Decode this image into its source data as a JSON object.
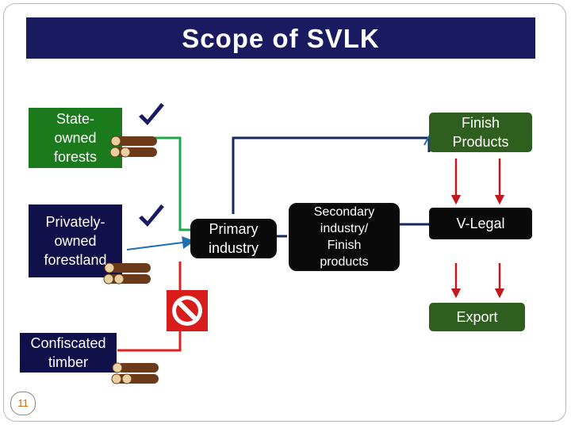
{
  "title": "Scope of SVLK",
  "boxes": {
    "state_owned": "State-\nowned\nforests",
    "privately_owned": "Privately-\nowned\nforestland",
    "confiscated": "Confiscated\ntimber",
    "primary": "Primary\nindustry",
    "secondary": "Secondary\nindustry/\nFinish\nproducts",
    "finish": "Finish\nProducts",
    "vlegal": "V-Legal",
    "export": "Export"
  },
  "slide_number": "11",
  "icons": [
    "checkmark-icon",
    "prohibited-icon",
    "log-pile-icon",
    "arrow-icon"
  ],
  "colors": {
    "title_bg": "#1a1a60",
    "green_box": "#1b7a1b",
    "navy_box": "#10104a",
    "green_line": "#1fa84a",
    "blue_line": "#1f6fb0",
    "red_line": "#e0201e",
    "navy_line": "#15285a",
    "arrow_red": "#c0181e"
  }
}
